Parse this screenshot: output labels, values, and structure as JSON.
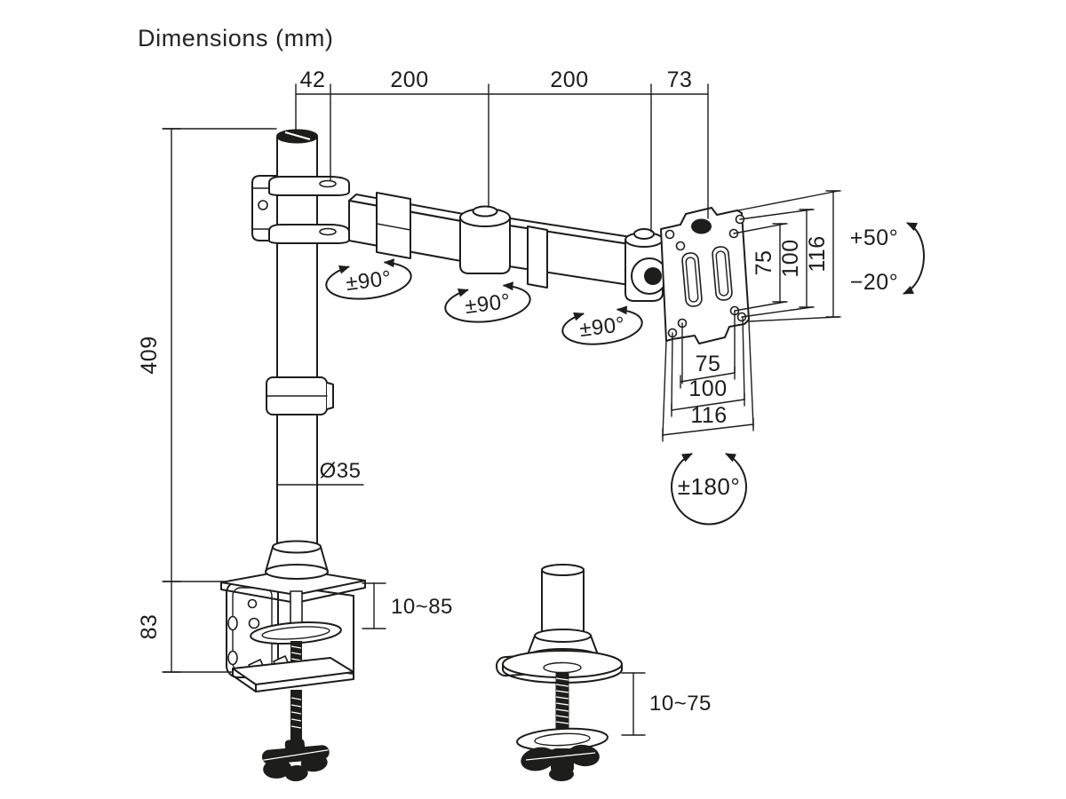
{
  "title": "Dimensions (mm)",
  "colors": {
    "ink": "#1d1d1b",
    "background": "#ffffff"
  },
  "dims": {
    "top": [
      "42",
      "200",
      "200",
      "73"
    ],
    "pole_height": "409",
    "clamp_height": "83",
    "pole_diameter": "Ø35",
    "clamp_range": "10~85",
    "grommet_range": "10~75"
  },
  "vesa": {
    "side": [
      "75",
      "100",
      "116"
    ],
    "bottom": [
      "75",
      "100",
      "116"
    ]
  },
  "angles": {
    "swivel_1": "±90°",
    "swivel_2": "±90°",
    "swivel_3": "±90°",
    "tilt_up": "+50°",
    "tilt_down": "−20°",
    "rotate": "±180°"
  }
}
